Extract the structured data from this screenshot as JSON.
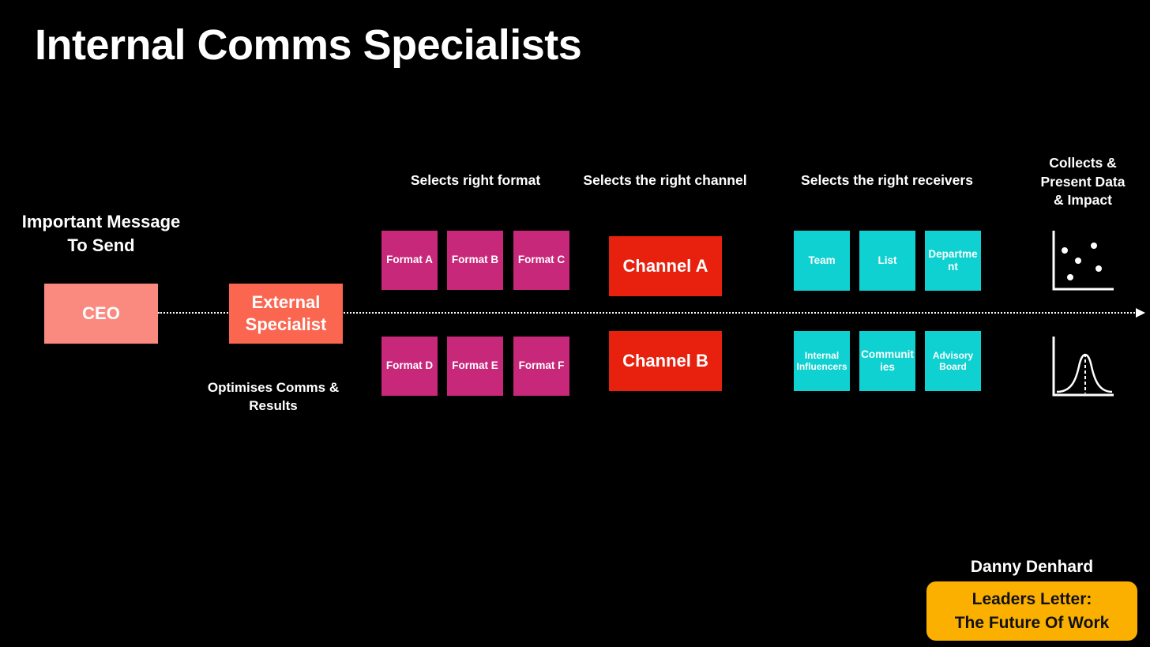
{
  "title": "Internal Comms Specialists",
  "colors": {
    "background": "#000000",
    "ceo": "#fa8a80",
    "specialist": "#fa6650",
    "format": "#c7287a",
    "channel": "#e8200e",
    "receiver": "#0fd1d1",
    "badge": "#fbb000"
  },
  "message": {
    "line1": "Important Message",
    "line2": "To Send"
  },
  "ceo": {
    "label": "CEO"
  },
  "specialist": {
    "line1": "External",
    "line2": "Specialist",
    "caption_line1": "Optimises Comms &",
    "caption_line2": "Results"
  },
  "formats": {
    "header": "Selects right format",
    "items": [
      "Format A",
      "Format B",
      "Format C",
      "Format D",
      "Format E",
      "Format F"
    ]
  },
  "channels": {
    "header": "Selects the right channel",
    "items": [
      "Channel A",
      "Channel B"
    ]
  },
  "receivers": {
    "header": "Selects the right receivers",
    "items": [
      "Team",
      "List",
      "Department",
      "Internal Influencers",
      "Communities",
      "Advisory Board"
    ]
  },
  "data": {
    "header_line1": "Collects &",
    "header_line2": "Present Data",
    "header_line3": "& Impact",
    "icons": [
      "scatter-plot-icon",
      "bell-curve-icon"
    ]
  },
  "author": "Danny Denhard",
  "badge": {
    "line1": "Leaders Letter:",
    "line2": "The Future Of Work"
  }
}
